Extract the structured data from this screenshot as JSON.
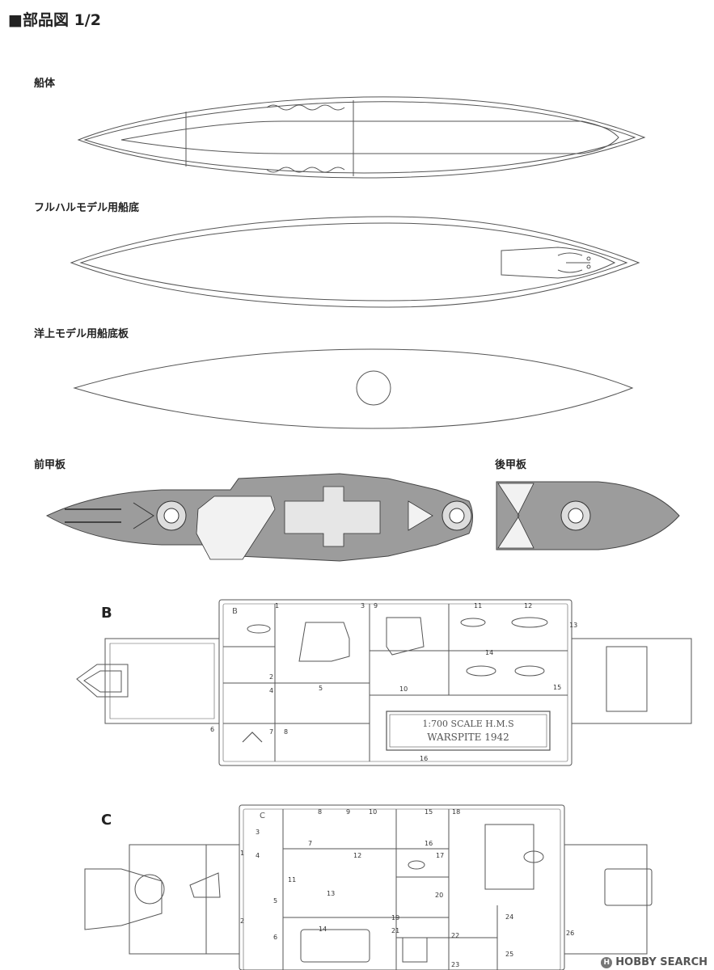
{
  "title": "■部品図 1/2",
  "sections": {
    "hull": "船体",
    "full_hull_bottom": "フルハルモデル用船底",
    "waterline_bottom": "洋上モデル用船底板",
    "fore_deck": "前甲板",
    "aft_deck": "後甲板"
  },
  "runner_b": {
    "letter": "B",
    "plate_line1": "1:700  SCALE  H.M.S",
    "plate_line2": "WARSPITE   1942",
    "tab": "B",
    "parts": [
      "1",
      "2",
      "3",
      "4",
      "5",
      "6",
      "7",
      "8",
      "9",
      "10",
      "11",
      "12",
      "13",
      "14",
      "15",
      "16"
    ]
  },
  "runner_c": {
    "letter": "C",
    "tab": "C",
    "parts": [
      "1",
      "2",
      "3",
      "4",
      "5",
      "6",
      "7",
      "8",
      "9",
      "10",
      "11",
      "12",
      "13",
      "14",
      "15",
      "16",
      "17",
      "18",
      "19",
      "20",
      "21",
      "22",
      "23",
      "24",
      "25",
      "26"
    ]
  },
  "watermark": "HOBBY SEARCH",
  "colors": {
    "line": "#555555",
    "deck": "#9a9a9a",
    "paper": "#ffffff"
  }
}
